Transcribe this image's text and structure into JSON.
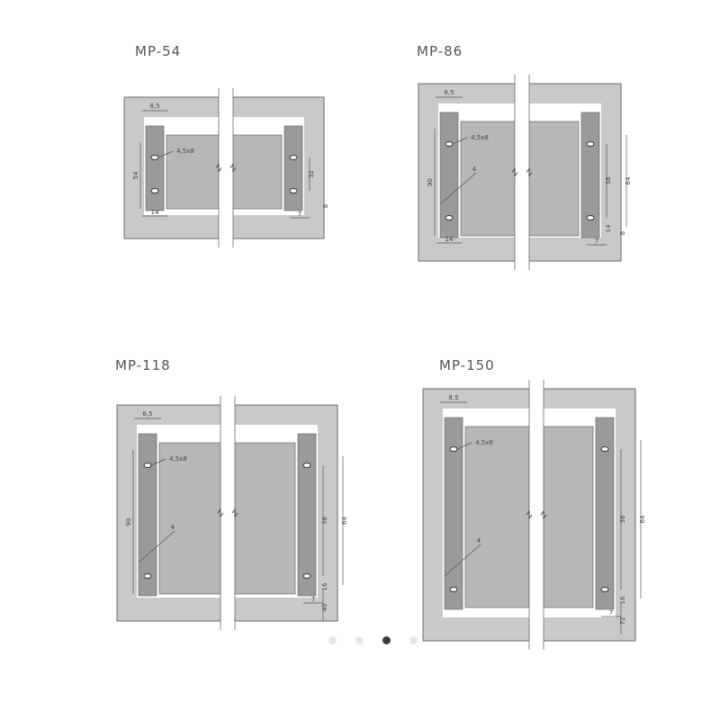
{
  "panels": [
    {
      "title": "MP-54",
      "labels": {
        "top": "8,5",
        "hole": "4,5x8",
        "height": "54",
        "width": "14",
        "mid": "32",
        "small": "8",
        "side": "7"
      }
    },
    {
      "title": "MP-86",
      "labels": {
        "top": "8,5",
        "hole": "4,5x8",
        "height": "90",
        "slant": "4",
        "width": "14",
        "mid": "38",
        "mid2": "14",
        "small": "8",
        "side": "7",
        "big": "64"
      }
    },
    {
      "title": "MP-118",
      "labels": {
        "top": "8,5",
        "hole": "4,5x8",
        "height": "90",
        "slant": "4",
        "mid": "38",
        "big": "64",
        "mid2": "16",
        "low": "40",
        "side": "7"
      }
    },
    {
      "title": "MP-150",
      "labels": {
        "top": "8,5",
        "hole": "4,5x8",
        "slant": "4",
        "mid": "38",
        "big": "64",
        "mid2": "16",
        "side": "7",
        "low": "72"
      }
    }
  ],
  "carousel": {
    "count": 4,
    "active": 2
  },
  "colors": {
    "frame": "#c9c9c9",
    "drawer": "#b7b7b7",
    "line": "#6a6a6a",
    "runner": "#9a9a9a"
  }
}
